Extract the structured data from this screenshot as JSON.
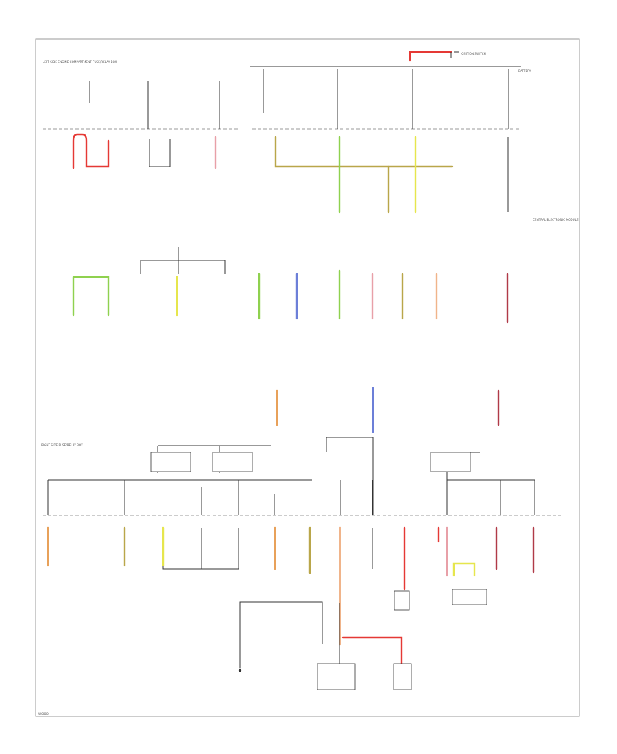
{
  "diagram": {
    "colors": {
      "red": "#e53935",
      "green": "#8fd14f",
      "yellow": "#e6e64d",
      "olive": "#b9a64a",
      "blue": "#6c7fd8",
      "orange": "#e8a15a",
      "peach": "#f0b48a",
      "pink": "#e8a0a8",
      "dark_red": "#b03a48",
      "gray": "#888888"
    },
    "header": {
      "left_box": "LEFT SIDE ENGINE COMPARTMENT FUSE/RELAY BOX",
      "ignition_switch": "IGNITION SWITCH",
      "battery": "BATTERY"
    },
    "notes": {
      "central_electronic_module": "CENTRAL ELECTRONIC MODULE",
      "right_side_box": "RIGHT SIDE FUSE/RELAY BOX"
    },
    "footer_code": "W0000"
  }
}
